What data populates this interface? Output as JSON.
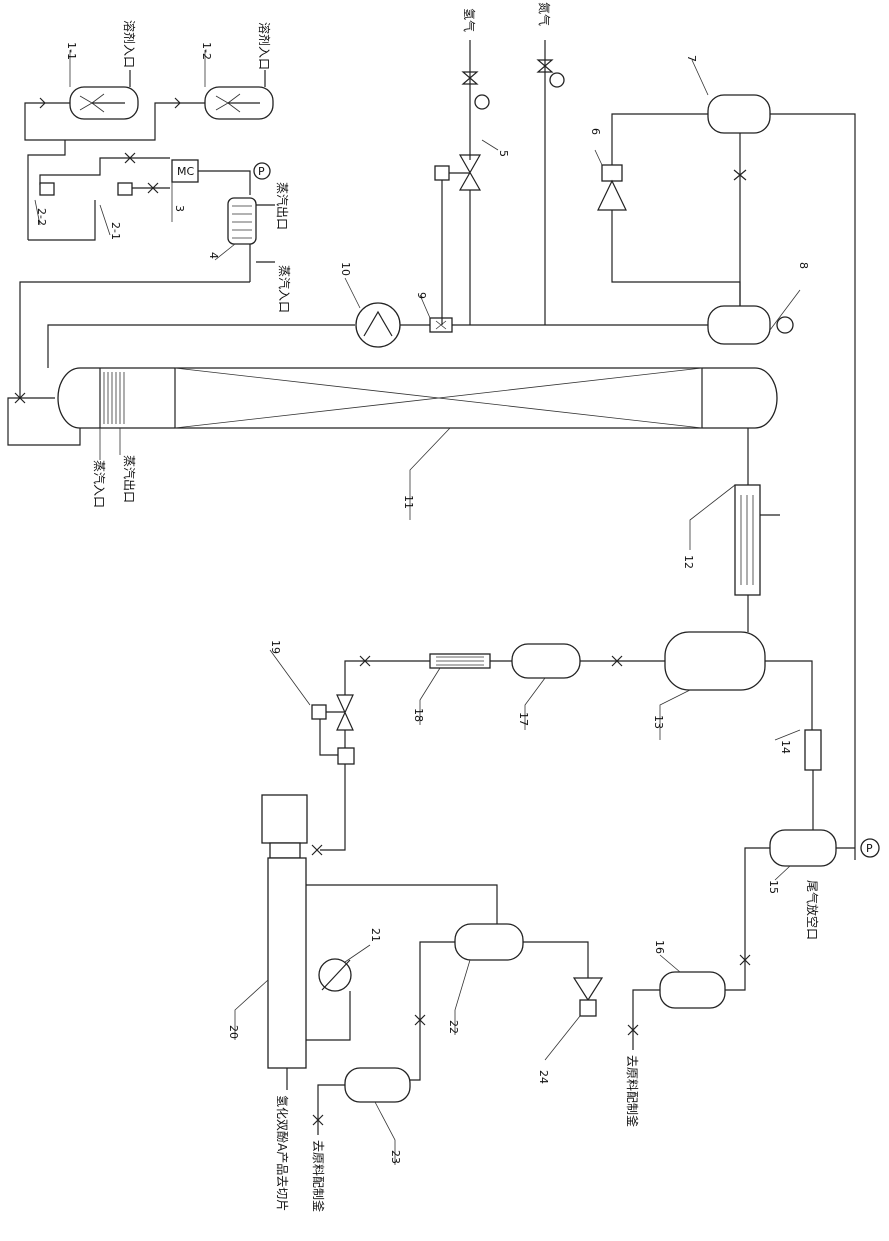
{
  "labels": {
    "l_1_1": "1-1",
    "l_1_2": "1-2",
    "l_2_1": "2-1",
    "l_2_2": "2-2",
    "l_3": "3",
    "l_4": "4",
    "l_5": "5",
    "l_6": "6",
    "l_7": "7",
    "l_8": "8",
    "l_9": "9",
    "l_10": "10",
    "l_11": "11",
    "l_12": "12",
    "l_13": "13",
    "l_14": "14",
    "l_15": "15",
    "l_16": "16",
    "l_17": "17",
    "l_18": "18",
    "l_19": "19",
    "l_20": "20",
    "l_21": "21",
    "l_22": "22",
    "l_23": "23",
    "l_24": "24"
  },
  "texts": {
    "solvent_inlet_1": "溶剂入口",
    "solvent_inlet_2": "溶剂入口",
    "hydrogen": "氢气",
    "nitrogen": "氮气",
    "steam_out_top": "蒸汽出口",
    "steam_in_top": "蒸汽入口",
    "steam_out_left": "蒸汽出口",
    "steam_in_left": "蒸汽入口",
    "tail_gas_vent": "尾气放空口",
    "to_raw_material_1": "去原料配制釜",
    "to_raw_material_2": "去原料配制釜",
    "product": "氢化双酚A产品去切片",
    "mc": "MC",
    "p": "P"
  }
}
